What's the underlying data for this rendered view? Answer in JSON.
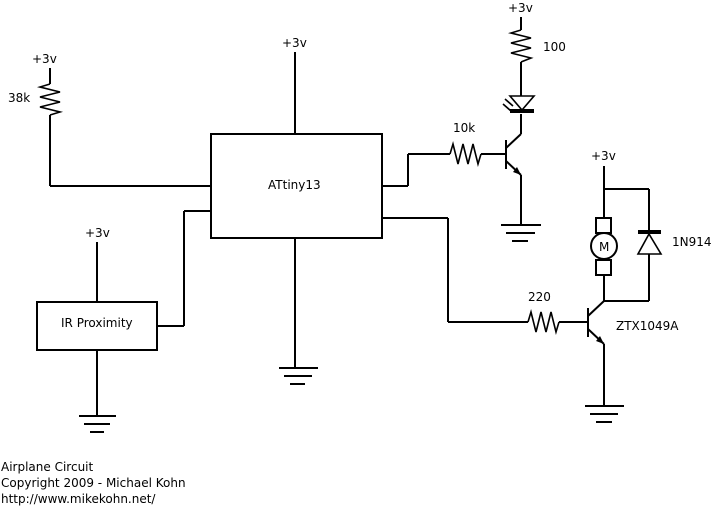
{
  "components": {
    "mcu": "ATtiny13",
    "ir_sensor": "IR Proximity",
    "r_pullup": "38k",
    "r_base": "10k",
    "r_led": "100",
    "r_motor_base": "220",
    "motor": "M",
    "diode": "1N914",
    "transistor": "ZTX1049A"
  },
  "supply_label": "+3v",
  "footer": {
    "title": "Airplane Circuit",
    "copyright": "Copyright 2009 - Michael Kohn",
    "url": "http://www.mikekohn.net/"
  }
}
